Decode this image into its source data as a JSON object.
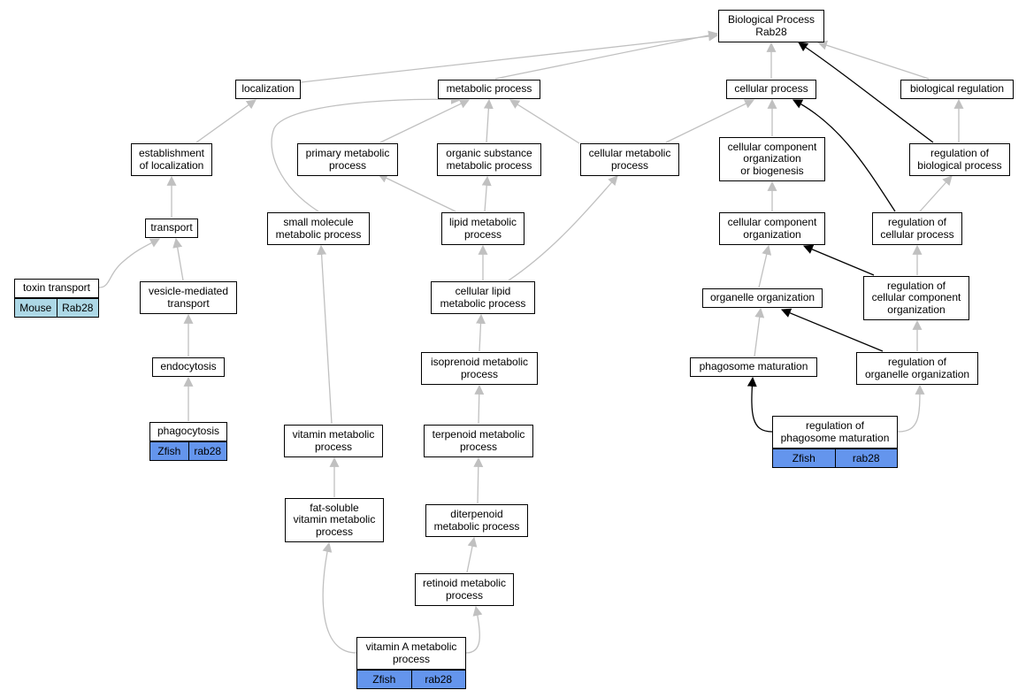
{
  "colors": {
    "mouse_tag": "#add8e6",
    "zfish_tag": "#6495ed",
    "edge_gray": "#c0c0c0",
    "edge_black": "#000000"
  },
  "nodes": {
    "bp_rab28": "Biological Process\nRab28",
    "localization": "localization",
    "metabolic_process": "metabolic process",
    "cellular_process": "cellular process",
    "biological_regulation": "biological regulation",
    "establishment_of_localization": "establishment\nof localization",
    "primary_metabolic_process": "primary metabolic\nprocess",
    "organic_substance_metabolic_process": "organic substance\nmetabolic process",
    "cellular_metabolic_process": "cellular metabolic\nprocess",
    "ccob": "cellular component\norganization\nor biogenesis",
    "regulation_of_biological_process": "regulation of\nbiological process",
    "transport": "transport",
    "small_molecule_metabolic_process": "small molecule\nmetabolic process",
    "lipid_metabolic_process": "lipid metabolic\nprocess",
    "cellular_component_organization": "cellular component\norganization",
    "regulation_of_cellular_process": "regulation of\ncellular process",
    "toxin_transport": "toxin transport",
    "vesicle_mediated_transport": "vesicle-mediated\ntransport",
    "cellular_lipid_metabolic_process": "cellular lipid\nmetabolic process",
    "organelle_organization": "organelle organization",
    "regulation_of_ccomp_organization": "regulation of\ncellular component\norganization",
    "endocytosis": "endocytosis",
    "isoprenoid_metabolic_process": "isoprenoid metabolic\nprocess",
    "phagosome_maturation": "phagosome maturation",
    "regulation_of_organelle_organization": "regulation of\norganelle organization",
    "phagocytosis": "phagocytosis",
    "vitamin_metabolic_process": "vitamin metabolic\nprocess",
    "terpenoid_metabolic_process": "terpenoid metabolic\nprocess",
    "regulation_of_phagosome_maturation": "regulation of\nphagosome maturation",
    "fat_soluble_vitamin_metabolic_process": "fat-soluble\nvitamin metabolic\nprocess",
    "diterpenoid_metabolic_process": "diterpenoid\nmetabolic process",
    "retinoid_metabolic_process": "retinoid metabolic\nprocess",
    "vitamin_a_metabolic_process": "vitamin A metabolic\nprocess"
  },
  "tags": {
    "toxin_transport": [
      "Mouse",
      "Rab28"
    ],
    "phagocytosis": [
      "Zfish",
      "rab28"
    ],
    "regulation_of_phagosome_maturation": [
      "Zfish",
      "rab28"
    ],
    "vitamin_a_metabolic_process": [
      "Zfish",
      "rab28"
    ]
  }
}
